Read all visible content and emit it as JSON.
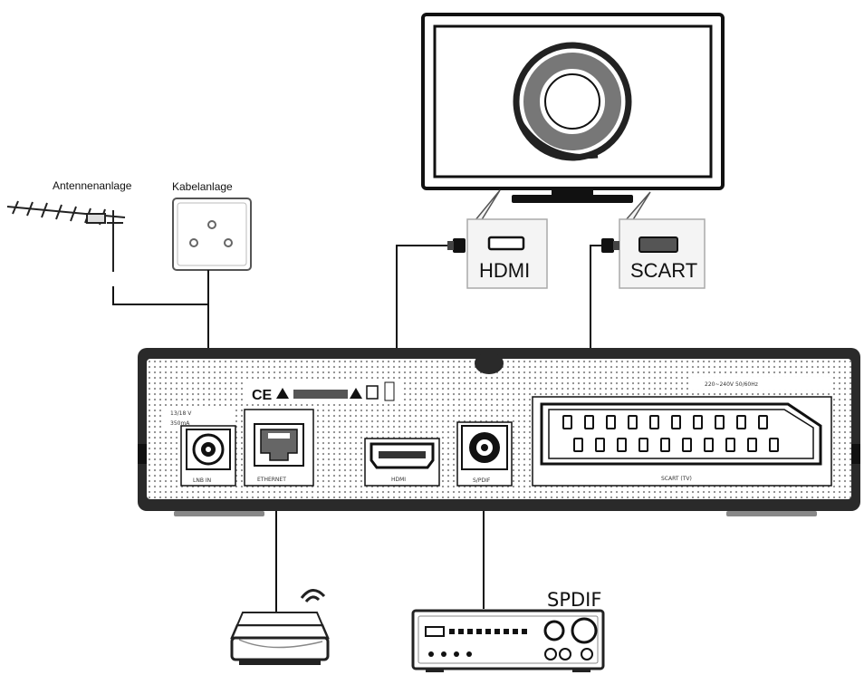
{
  "labels": {
    "antenna": "Antennenanlage",
    "cable": "Kabelanlage",
    "hdmi": "HDMI",
    "scart": "SCART",
    "spdif": "SPDIF"
  },
  "panel": {
    "ce_mark": "CE",
    "left_port_spec_1": "13/18 V",
    "left_port_spec_2": "350mA",
    "power_rating": "220~240V 50/60Hz",
    "port_lnb": "LNB IN",
    "port_ethernet": "ETHERNET",
    "port_hdmi": "HDMI",
    "port_spdif": "S/PDIF",
    "port_scart": "SCART (TV)"
  },
  "colors": {
    "line": "#111111",
    "panel_face": "#ffffff",
    "panel_frame": "#2a2a2a",
    "callout_fill": "#f4f4f4"
  }
}
